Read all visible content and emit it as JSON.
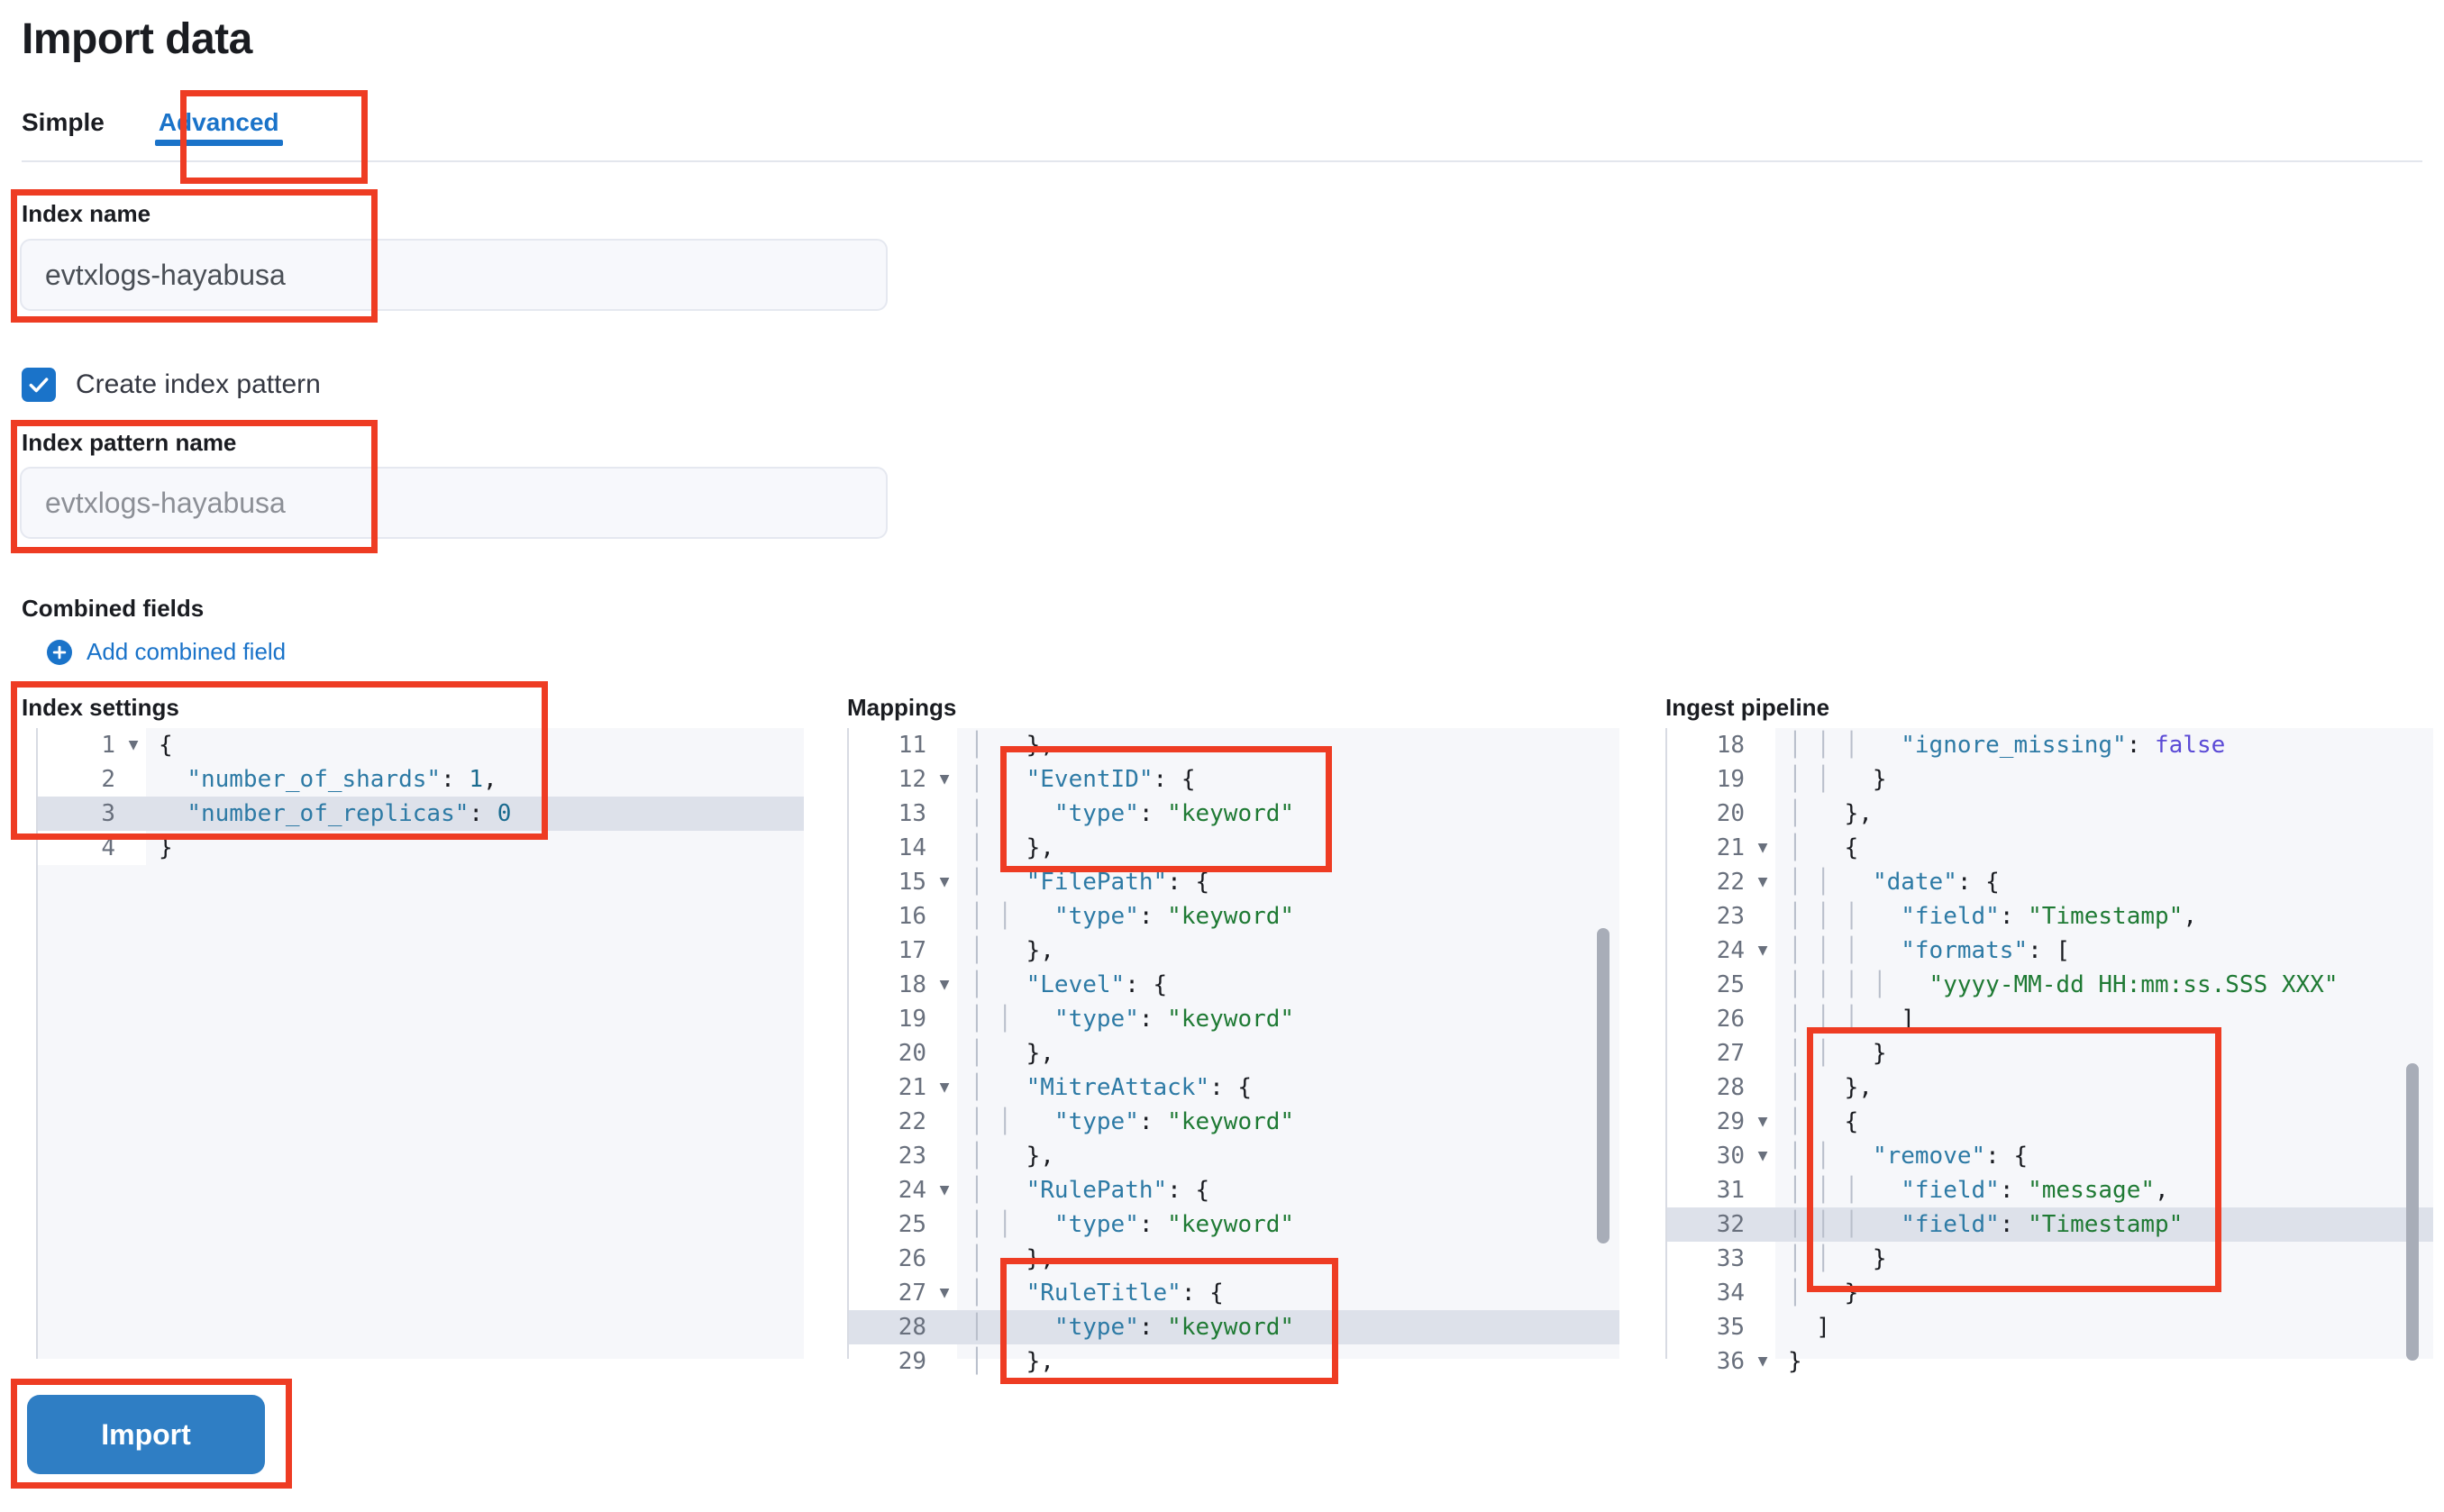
{
  "page": {
    "title": "Import data"
  },
  "tabs": [
    {
      "label": "Simple",
      "active": false
    },
    {
      "label": "Advanced",
      "active": true
    }
  ],
  "form": {
    "index_name": {
      "label": "Index name",
      "value": "evtxlogs-hayabusa"
    },
    "create_index_pattern": {
      "label": "Create index pattern",
      "checked": true
    },
    "index_pattern_name": {
      "label": "Index pattern name",
      "value": "evtxlogs-hayabusa"
    },
    "combined_fields": {
      "label": "Combined fields",
      "add_link": "Add combined field"
    }
  },
  "panels": {
    "index_settings": {
      "title": "Index settings",
      "lines": [
        {
          "n": "1",
          "fold": true,
          "hl": false,
          "tokens": [
            {
              "t": "punc",
              "v": "{"
            }
          ]
        },
        {
          "n": "2",
          "fold": false,
          "hl": false,
          "tokens": [
            {
              "t": "plain",
              "v": "  "
            },
            {
              "t": "key",
              "v": "\"number_of_shards\""
            },
            {
              "t": "punc",
              "v": ": "
            },
            {
              "t": "num",
              "v": "1"
            },
            {
              "t": "punc",
              "v": ","
            }
          ]
        },
        {
          "n": "3",
          "fold": false,
          "hl": true,
          "tokens": [
            {
              "t": "plain",
              "v": "  "
            },
            {
              "t": "key",
              "v": "\"number_of_replicas\""
            },
            {
              "t": "punc",
              "v": ": "
            },
            {
              "t": "num",
              "v": "0"
            }
          ]
        },
        {
          "n": "4",
          "fold": false,
          "hl": false,
          "tokens": [
            {
              "t": "punc",
              "v": "}"
            }
          ]
        }
      ]
    },
    "mappings": {
      "title": "Mappings",
      "lines": [
        {
          "n": "11",
          "fold": false,
          "hl": false,
          "tokens": [
            {
              "t": "guide",
              "v": "│ "
            },
            {
              "t": "punc",
              "v": "  },"
            }
          ]
        },
        {
          "n": "12",
          "fold": true,
          "hl": false,
          "tokens": [
            {
              "t": "guide",
              "v": "│ "
            },
            {
              "t": "plain",
              "v": "  "
            },
            {
              "t": "key",
              "v": "\"EventID\""
            },
            {
              "t": "punc",
              "v": ": {"
            }
          ]
        },
        {
          "n": "13",
          "fold": false,
          "hl": false,
          "tokens": [
            {
              "t": "guide",
              "v": "│ │ "
            },
            {
              "t": "plain",
              "v": "  "
            },
            {
              "t": "key",
              "v": "\"type\""
            },
            {
              "t": "punc",
              "v": ": "
            },
            {
              "t": "str",
              "v": "\"keyword\""
            }
          ]
        },
        {
          "n": "14",
          "fold": false,
          "hl": false,
          "tokens": [
            {
              "t": "guide",
              "v": "│ "
            },
            {
              "t": "punc",
              "v": "  },"
            }
          ]
        },
        {
          "n": "15",
          "fold": true,
          "hl": false,
          "tokens": [
            {
              "t": "guide",
              "v": "│ "
            },
            {
              "t": "plain",
              "v": "  "
            },
            {
              "t": "key",
              "v": "\"FilePath\""
            },
            {
              "t": "punc",
              "v": ": {"
            }
          ]
        },
        {
          "n": "16",
          "fold": false,
          "hl": false,
          "tokens": [
            {
              "t": "guide",
              "v": "│ │ "
            },
            {
              "t": "plain",
              "v": "  "
            },
            {
              "t": "key",
              "v": "\"type\""
            },
            {
              "t": "punc",
              "v": ": "
            },
            {
              "t": "str",
              "v": "\"keyword\""
            }
          ]
        },
        {
          "n": "17",
          "fold": false,
          "hl": false,
          "tokens": [
            {
              "t": "guide",
              "v": "│ "
            },
            {
              "t": "punc",
              "v": "  },"
            }
          ]
        },
        {
          "n": "18",
          "fold": true,
          "hl": false,
          "tokens": [
            {
              "t": "guide",
              "v": "│ "
            },
            {
              "t": "plain",
              "v": "  "
            },
            {
              "t": "key",
              "v": "\"Level\""
            },
            {
              "t": "punc",
              "v": ": {"
            }
          ]
        },
        {
          "n": "19",
          "fold": false,
          "hl": false,
          "tokens": [
            {
              "t": "guide",
              "v": "│ │ "
            },
            {
              "t": "plain",
              "v": "  "
            },
            {
              "t": "key",
              "v": "\"type\""
            },
            {
              "t": "punc",
              "v": ": "
            },
            {
              "t": "str",
              "v": "\"keyword\""
            }
          ]
        },
        {
          "n": "20",
          "fold": false,
          "hl": false,
          "tokens": [
            {
              "t": "guide",
              "v": "│ "
            },
            {
              "t": "punc",
              "v": "  },"
            }
          ]
        },
        {
          "n": "21",
          "fold": true,
          "hl": false,
          "tokens": [
            {
              "t": "guide",
              "v": "│ "
            },
            {
              "t": "plain",
              "v": "  "
            },
            {
              "t": "key",
              "v": "\"MitreAttack\""
            },
            {
              "t": "punc",
              "v": ": {"
            }
          ]
        },
        {
          "n": "22",
          "fold": false,
          "hl": false,
          "tokens": [
            {
              "t": "guide",
              "v": "│ │ "
            },
            {
              "t": "plain",
              "v": "  "
            },
            {
              "t": "key",
              "v": "\"type\""
            },
            {
              "t": "punc",
              "v": ": "
            },
            {
              "t": "str",
              "v": "\"keyword\""
            }
          ]
        },
        {
          "n": "23",
          "fold": false,
          "hl": false,
          "tokens": [
            {
              "t": "guide",
              "v": "│ "
            },
            {
              "t": "punc",
              "v": "  },"
            }
          ]
        },
        {
          "n": "24",
          "fold": true,
          "hl": false,
          "tokens": [
            {
              "t": "guide",
              "v": "│ "
            },
            {
              "t": "plain",
              "v": "  "
            },
            {
              "t": "key",
              "v": "\"RulePath\""
            },
            {
              "t": "punc",
              "v": ": {"
            }
          ]
        },
        {
          "n": "25",
          "fold": false,
          "hl": false,
          "tokens": [
            {
              "t": "guide",
              "v": "│ │ "
            },
            {
              "t": "plain",
              "v": "  "
            },
            {
              "t": "key",
              "v": "\"type\""
            },
            {
              "t": "punc",
              "v": ": "
            },
            {
              "t": "str",
              "v": "\"keyword\""
            }
          ]
        },
        {
          "n": "26",
          "fold": false,
          "hl": false,
          "tokens": [
            {
              "t": "guide",
              "v": "│ "
            },
            {
              "t": "punc",
              "v": "  },"
            }
          ]
        },
        {
          "n": "27",
          "fold": true,
          "hl": false,
          "tokens": [
            {
              "t": "guide",
              "v": "│ "
            },
            {
              "t": "plain",
              "v": "  "
            },
            {
              "t": "key",
              "v": "\"RuleTitle\""
            },
            {
              "t": "punc",
              "v": ": {"
            }
          ]
        },
        {
          "n": "28",
          "fold": false,
          "hl": true,
          "tokens": [
            {
              "t": "guide",
              "v": "│ │ "
            },
            {
              "t": "plain",
              "v": "  "
            },
            {
              "t": "key",
              "v": "\"type\""
            },
            {
              "t": "punc",
              "v": ": "
            },
            {
              "t": "str",
              "v": "\"keyword\""
            }
          ]
        },
        {
          "n": "29",
          "fold": false,
          "hl": false,
          "tokens": [
            {
              "t": "guide",
              "v": "│ "
            },
            {
              "t": "punc",
              "v": "  },"
            }
          ]
        }
      ]
    },
    "ingest_pipeline": {
      "title": "Ingest pipeline",
      "lines": [
        {
          "n": "18",
          "fold": false,
          "hl": false,
          "tokens": [
            {
              "t": "guide",
              "v": "│ │ │ "
            },
            {
              "t": "plain",
              "v": "  "
            },
            {
              "t": "key",
              "v": "\"ignore_missing\""
            },
            {
              "t": "punc",
              "v": ": "
            },
            {
              "t": "bool",
              "v": "false"
            }
          ]
        },
        {
          "n": "19",
          "fold": false,
          "hl": false,
          "tokens": [
            {
              "t": "guide",
              "v": "│ │ "
            },
            {
              "t": "punc",
              "v": "  }"
            }
          ]
        },
        {
          "n": "20",
          "fold": false,
          "hl": false,
          "tokens": [
            {
              "t": "guide",
              "v": "│ "
            },
            {
              "t": "punc",
              "v": "  },"
            }
          ]
        },
        {
          "n": "21",
          "fold": true,
          "hl": false,
          "tokens": [
            {
              "t": "guide",
              "v": "│ "
            },
            {
              "t": "punc",
              "v": "  {"
            }
          ]
        },
        {
          "n": "22",
          "fold": true,
          "hl": false,
          "tokens": [
            {
              "t": "guide",
              "v": "│ │ "
            },
            {
              "t": "plain",
              "v": "  "
            },
            {
              "t": "key",
              "v": "\"date\""
            },
            {
              "t": "punc",
              "v": ": {"
            }
          ]
        },
        {
          "n": "23",
          "fold": false,
          "hl": false,
          "tokens": [
            {
              "t": "guide",
              "v": "│ │ │ "
            },
            {
              "t": "plain",
              "v": "  "
            },
            {
              "t": "key",
              "v": "\"field\""
            },
            {
              "t": "punc",
              "v": ": "
            },
            {
              "t": "str",
              "v": "\"Timestamp\""
            },
            {
              "t": "punc",
              "v": ","
            }
          ]
        },
        {
          "n": "24",
          "fold": true,
          "hl": false,
          "tokens": [
            {
              "t": "guide",
              "v": "│ │ │ "
            },
            {
              "t": "plain",
              "v": "  "
            },
            {
              "t": "key",
              "v": "\"formats\""
            },
            {
              "t": "punc",
              "v": ": ["
            }
          ]
        },
        {
          "n": "25",
          "fold": false,
          "hl": false,
          "tokens": [
            {
              "t": "guide",
              "v": "│ │ │ │ "
            },
            {
              "t": "plain",
              "v": "  "
            },
            {
              "t": "str",
              "v": "\"yyyy-MM-dd HH:mm:ss.SSS XXX\""
            }
          ]
        },
        {
          "n": "26",
          "fold": false,
          "hl": false,
          "tokens": [
            {
              "t": "guide",
              "v": "│ │ │ "
            },
            {
              "t": "punc",
              "v": "  ]"
            }
          ]
        },
        {
          "n": "27",
          "fold": false,
          "hl": false,
          "tokens": [
            {
              "t": "guide",
              "v": "│ │ "
            },
            {
              "t": "punc",
              "v": "  }"
            }
          ]
        },
        {
          "n": "28",
          "fold": false,
          "hl": false,
          "tokens": [
            {
              "t": "guide",
              "v": "│ "
            },
            {
              "t": "punc",
              "v": "  },"
            }
          ]
        },
        {
          "n": "29",
          "fold": true,
          "hl": false,
          "tokens": [
            {
              "t": "guide",
              "v": "│ "
            },
            {
              "t": "punc",
              "v": "  {"
            }
          ]
        },
        {
          "n": "30",
          "fold": true,
          "hl": false,
          "tokens": [
            {
              "t": "guide",
              "v": "│ │ "
            },
            {
              "t": "plain",
              "v": "  "
            },
            {
              "t": "key",
              "v": "\"remove\""
            },
            {
              "t": "punc",
              "v": ": {"
            }
          ]
        },
        {
          "n": "31",
          "fold": false,
          "hl": false,
          "tokens": [
            {
              "t": "guide",
              "v": "│ │ │ "
            },
            {
              "t": "plain",
              "v": "  "
            },
            {
              "t": "key",
              "v": "\"field\""
            },
            {
              "t": "punc",
              "v": ": "
            },
            {
              "t": "str",
              "v": "\"message\""
            },
            {
              "t": "punc",
              "v": ","
            }
          ]
        },
        {
          "n": "32",
          "fold": false,
          "hl": true,
          "tokens": [
            {
              "t": "guide",
              "v": "│ │ │ "
            },
            {
              "t": "plain",
              "v": "  "
            },
            {
              "t": "key",
              "v": "\"field\""
            },
            {
              "t": "punc",
              "v": ": "
            },
            {
              "t": "str",
              "v": "\"Timestamp\""
            }
          ]
        },
        {
          "n": "33",
          "fold": false,
          "hl": false,
          "tokens": [
            {
              "t": "guide",
              "v": "│ │ "
            },
            {
              "t": "punc",
              "v": "  }"
            }
          ]
        },
        {
          "n": "34",
          "fold": false,
          "hl": false,
          "tokens": [
            {
              "t": "guide",
              "v": "│ "
            },
            {
              "t": "punc",
              "v": "  }"
            }
          ]
        },
        {
          "n": "35",
          "fold": false,
          "hl": false,
          "tokens": [
            {
              "t": "punc",
              "v": "  ]"
            }
          ]
        },
        {
          "n": "36",
          "fold": true,
          "hl": false,
          "tokens": [
            {
              "t": "punc",
              "v": "}"
            }
          ]
        }
      ]
    }
  },
  "actions": {
    "import_label": "Import"
  },
  "colors": {
    "accent_blue": "#1a73c9",
    "button_blue": "#2f7ec4",
    "annotation_red": "#ee3c23",
    "string_green": "#1f7a34",
    "key_blue": "#2d7aa5",
    "bool_purple": "#5b4ad6"
  }
}
